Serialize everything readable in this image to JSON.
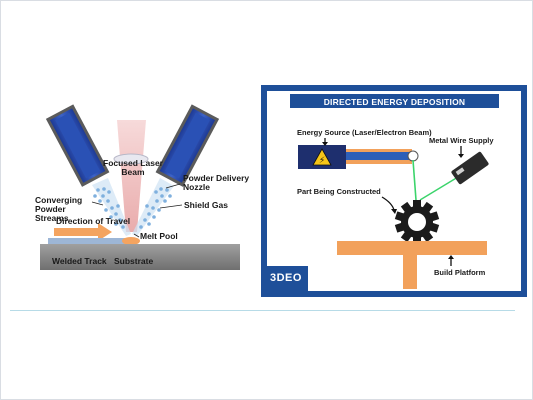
{
  "left_diagram": {
    "labels": {
      "focused_laser_beam": "Focused Laser Beam",
      "powder_delivery_nozzle": "Powder Delivery Nozzle",
      "converging_powder_streams": "Converging Powder Streams",
      "shield_gas": "Shield Gas",
      "direction_of_travel": "Direction of Travel",
      "melt_pool": "Melt Pool",
      "welded_track": "Welded Track",
      "substrate": "Substrate"
    }
  },
  "right_diagram": {
    "title": "DIRECTED ENERGY DEPOSITION",
    "labels": {
      "energy_source": "Energy Source (Laser/Electron Beam)",
      "metal_wire_supply": "Metal Wire Supply",
      "part_being_constructed": "Part Being Constructed",
      "build_platform": "Build Platform"
    },
    "logo": "3DEO",
    "colors": {
      "frame_blue": "#1e4f99",
      "platform_orange": "#f2a15b",
      "laser_blue": "#2d5fb8",
      "warning_yellow": "#f5c518",
      "wire_green": "#3bd46b"
    }
  },
  "colors": {
    "nozzle_blue": "#1f3f9e",
    "powder_blue": "#7fb0de",
    "substrate_gray": "#8a8a8a",
    "travel_arrow": "#f4a460"
  }
}
